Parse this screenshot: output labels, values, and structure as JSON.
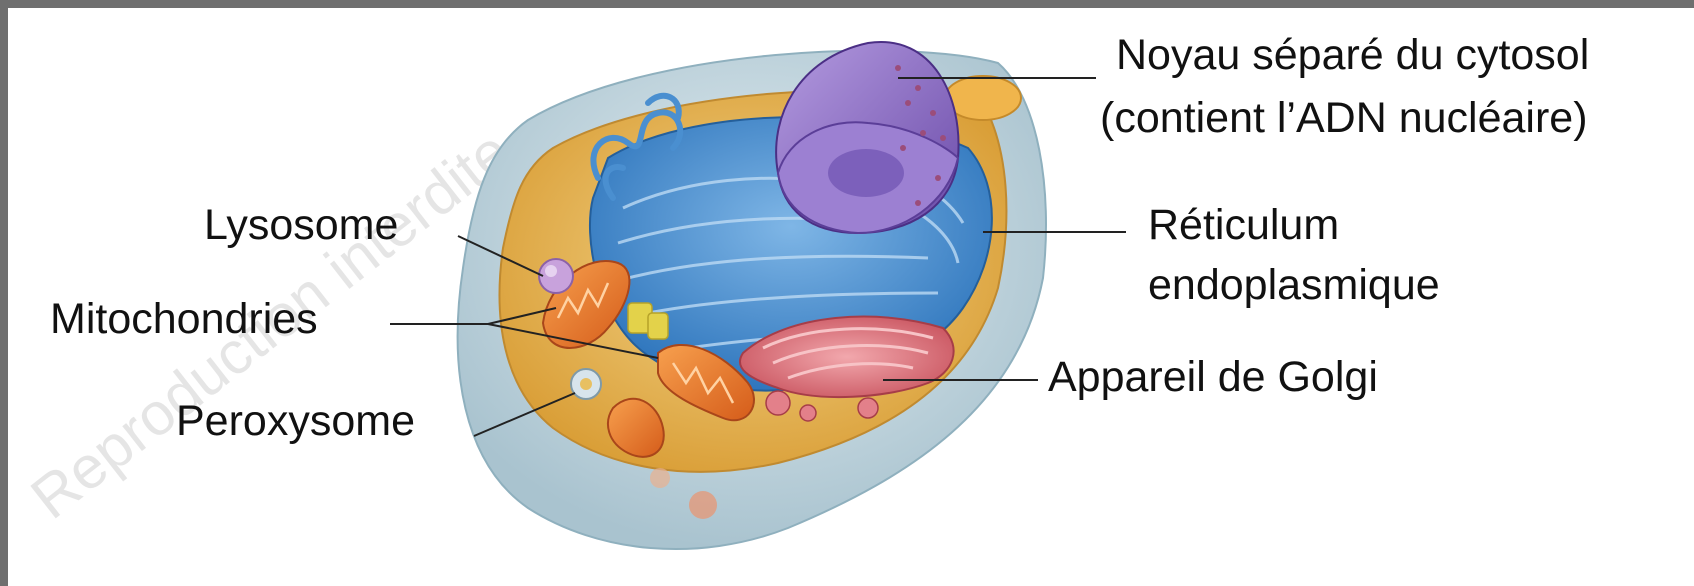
{
  "labels": {
    "nucleus_line1": "Noyau séparé du cytosol",
    "nucleus_line2": "(contient l’ADN nucléaire)",
    "er_line1": "Réticulum",
    "er_line2": "endoplasmique",
    "golgi": "Appareil de Golgi",
    "lysosome": "Lysosome",
    "mitochondria": "Mitochondries",
    "peroxisome": "Peroxysome"
  },
  "watermark": "Reproduction interdite",
  "colors": {
    "membrane": "#c9dbe3",
    "cytosol": "#e8c062",
    "er": "#4a8fd0",
    "nucleus": "#8a6bc4",
    "golgi": "#e07f86",
    "mitochondria": "#ee7d2b",
    "lysosome": "#b48ad0"
  }
}
